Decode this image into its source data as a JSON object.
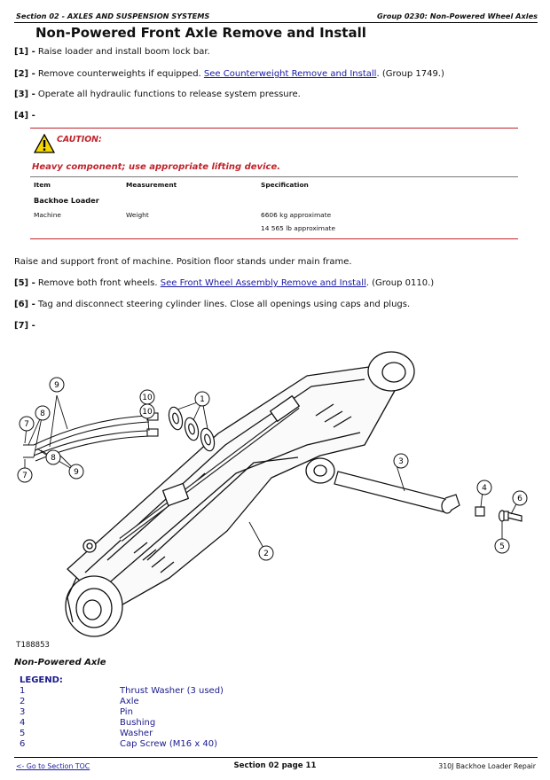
{
  "header": {
    "left": "Section 02 - AXLES AND SUSPENSION SYSTEMS",
    "right": "Group 0230: Non-Powered Wheel Axles"
  },
  "title": "Non-Powered Front Axle Remove and Install",
  "steps": [
    {
      "num": "[1] -",
      "text": "Raise loader and install boom lock bar."
    },
    {
      "num": "[2] -",
      "text": "Remove counterweights if equipped.",
      "link": "See Counterweight Remove and Install",
      "after": ". (Group 1749.)"
    },
    {
      "num": "[3] -",
      "text": "Operate all hydraulic functions to release system pressure."
    },
    {
      "num": "[4] -",
      "text": ""
    }
  ],
  "caution": {
    "word": "CAUTION:",
    "message": "Heavy component; use appropriate lifting device.",
    "headers": [
      "Item",
      "Measurement",
      "Specification"
    ],
    "group": "Backhoe Loader",
    "item": "Machine",
    "measurement": "Weight",
    "spec_metric": "6606 kg approximate",
    "spec_imperial": "14 565 lb approximate"
  },
  "paragraph": "Raise and support front of machine. Position floor stands under main frame.",
  "steps2": [
    {
      "num": "[5] -",
      "text": "Remove both front wheels.",
      "link": "See Front Wheel Assembly Remove and Install",
      "after": ". (Group 0110.)"
    },
    {
      "num": "[6] -",
      "text": "Tag and disconnect steering cylinder lines. Close all openings using caps and plugs."
    },
    {
      "num": "[7] -",
      "text": ""
    }
  ],
  "figure": {
    "id": "T188853",
    "caption": "Non-Powered Axle",
    "callouts": [
      "9",
      "8",
      "7",
      "8",
      "7",
      "9",
      "10",
      "10",
      "1",
      "3",
      "4",
      "6",
      "5",
      "2"
    ]
  },
  "legend": {
    "title": "LEGEND:",
    "items": [
      {
        "num": "1",
        "label": "Thrust Washer (3 used)"
      },
      {
        "num": "2",
        "label": "Axle"
      },
      {
        "num": "3",
        "label": "Pin"
      },
      {
        "num": "4",
        "label": "Bushing"
      },
      {
        "num": "5",
        "label": "Washer"
      },
      {
        "num": "6",
        "label": "Cap Screw (M16 x 40)"
      }
    ]
  },
  "footer": {
    "left": "<- Go to Section TOC",
    "center": "Section 02 page 11",
    "right": "310J Backhoe Loader Repair"
  },
  "colors": {
    "caution_red": "#c0232b",
    "link_blue": "#1a1aa6",
    "legend_blue": "#1a1a8c"
  }
}
